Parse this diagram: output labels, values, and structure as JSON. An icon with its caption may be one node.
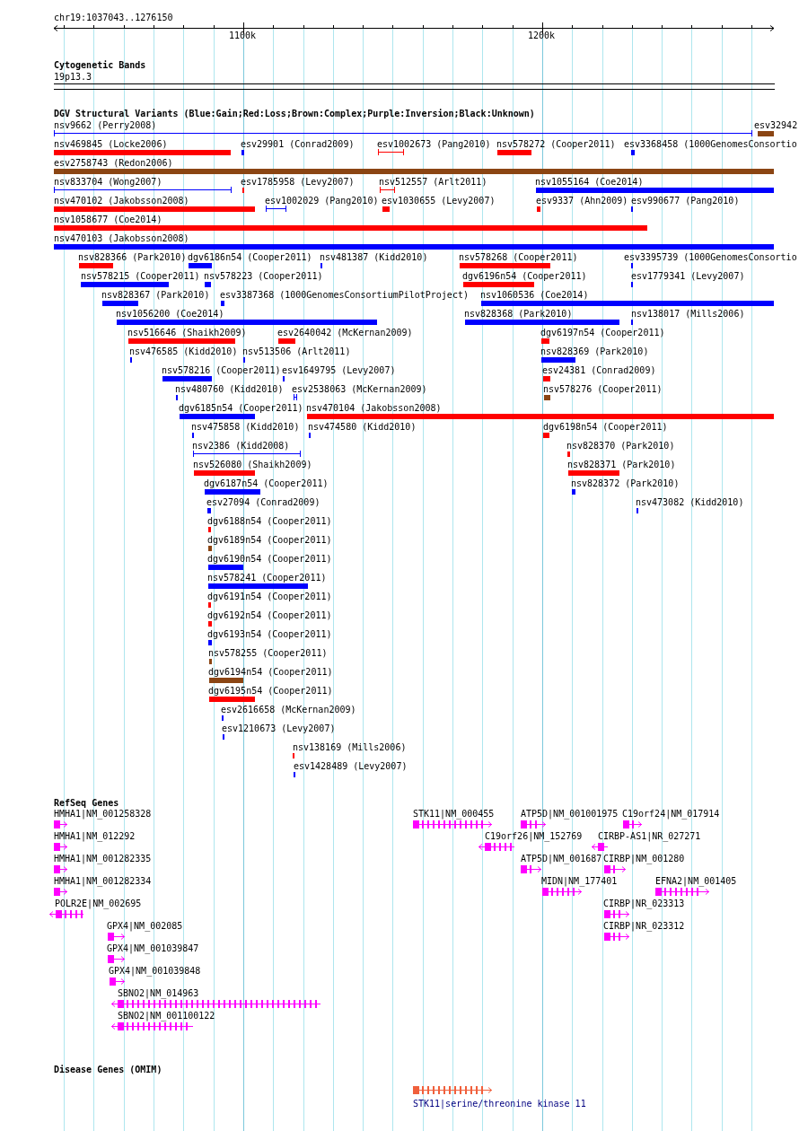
{
  "diagram": {
    "labels": [
      "chr19:1037043..1276150",
      "1100k",
      "1200k",
      "Cytogenetic Bands",
      "19p13.3",
      "DGV Structural Variants (Blue:Gain;Red:Loss;Brown:Complex;Purple:Inversion;Black:Unknown)",
      "nsv9662 (Perry2008)",
      "esv32942",
      "nsv469845 (Locke2006)",
      "esv29901 (Conrad2009)",
      "esv1002673 (Pang2010)",
      "nsv578272 (Cooper2011)",
      "esv3368458 (1000GenomesConsortio",
      "esv2758743 (Redon2006)",
      "nsv833704 (Wong2007)",
      "esv1785958 (Levy2007)",
      "nsv512557 (Arlt2011)",
      "nsv1055164 (Coe2014)",
      "nsv470102 (Jakobsson2008)",
      "esv1002029 (Pang2010)",
      "esv1030655 (Levy2007)",
      "esv9337 (Ahn2009)",
      "esv990677 (Pang2010)",
      "nsv1058677 (Coe2014)",
      "nsv470103 (Jakobsson2008)",
      "nsv828366 (Park2010)",
      "dgv6186n54 (Cooper2011)",
      "nsv481387 (Kidd2010)",
      "nsv578268 (Cooper2011)",
      "esv3395739 (1000GenomesConsortio",
      "nsv578215 (Cooper2011)",
      "nsv578223 (Cooper2011)",
      "dgv6196n54 (Cooper2011)",
      "esv1779341 (Levy2007)",
      "nsv828367 (Park2010)",
      "esv3387368 (1000GenomesConsortiumPilotProject)",
      "nsv1060536 (Coe2014)",
      "nsv1056200 (Coe2014)",
      "nsv828368 (Park2010)",
      "nsv138017 (Mills2006)",
      "nsv516646 (Shaikh2009)",
      "esv2640042 (McKernan2009)",
      "dgv6197n54 (Cooper2011)",
      "nsv476585 (Kidd2010)",
      "nsv513506 (Arlt2011)",
      "nsv828369 (Park2010)",
      "nsv578216 (Cooper2011)",
      "esv1649795 (Levy2007)",
      "esv24381 (Conrad2009)",
      "nsv480760 (Kidd2010)",
      "esv2538063 (McKernan2009)",
      "nsv578276 (Cooper2011)",
      "dgv6185n54 (Cooper2011)",
      "nsv470104 (Jakobsson2008)",
      "nsv475858 (Kidd2010)",
      "nsv474580 (Kidd2010)",
      "dgv6198n54 (Cooper2011)",
      "nsv2386 (Kidd2008)",
      "nsv828370 (Park2010)",
      "nsv526080 (Shaikh2009)",
      "nsv828371 (Park2010)",
      "dgv6187n54 (Cooper2011)",
      "nsv828372 (Park2010)",
      "esv27094 (Conrad2009)",
      "nsv473082 (Kidd2010)",
      "dgv6188n54 (Cooper2011)",
      "dgv6189n54 (Cooper2011)",
      "dgv6190n54 (Cooper2011)",
      "nsv578241 (Cooper2011)",
      "dgv6191n54 (Cooper2011)",
      "dgv6192n54 (Cooper2011)",
      "dgv6193n54 (Cooper2011)",
      "nsv578255 (Cooper2011)",
      "dgv6194n54 (Cooper2011)",
      "dgv6195n54 (Cooper2011)",
      "esv2616658 (McKernan2009)",
      "esv1210673 (Levy2007)",
      "nsv138169 (Mills2006)",
      "esv1428489 (Levy2007)",
      "RefSeq Genes",
      "HMHA1|NM_001258328",
      "STK11|NM_000455",
      "ATP5D|NM_001001975",
      "C19orf24|NM_017914",
      "HMHA1|NM_012292",
      "C19orf26|NM_152769",
      "CIRBP-AS1|NR_027271",
      "HMHA1|NM_001282335",
      "ATP5D|NM_001687",
      "CIRBP|NM_001280",
      "HMHA1|NM_001282334",
      "MIDN|NM_177401",
      "EFNA2|NM_001405",
      "POLR2E|NM_002695",
      "CIRBP|NR_023313",
      "GPX4|NM_002085",
      "CIRBP|NR_023312",
      "GPX4|NM_001039847",
      "GPX4|NM_001039848",
      "SBNO2|NM_014963",
      "SBNO2|NM_001100122",
      "Disease Genes (OMIM)",
      "STK11|serine/threonine kinase 11"
    ]
  }
}
